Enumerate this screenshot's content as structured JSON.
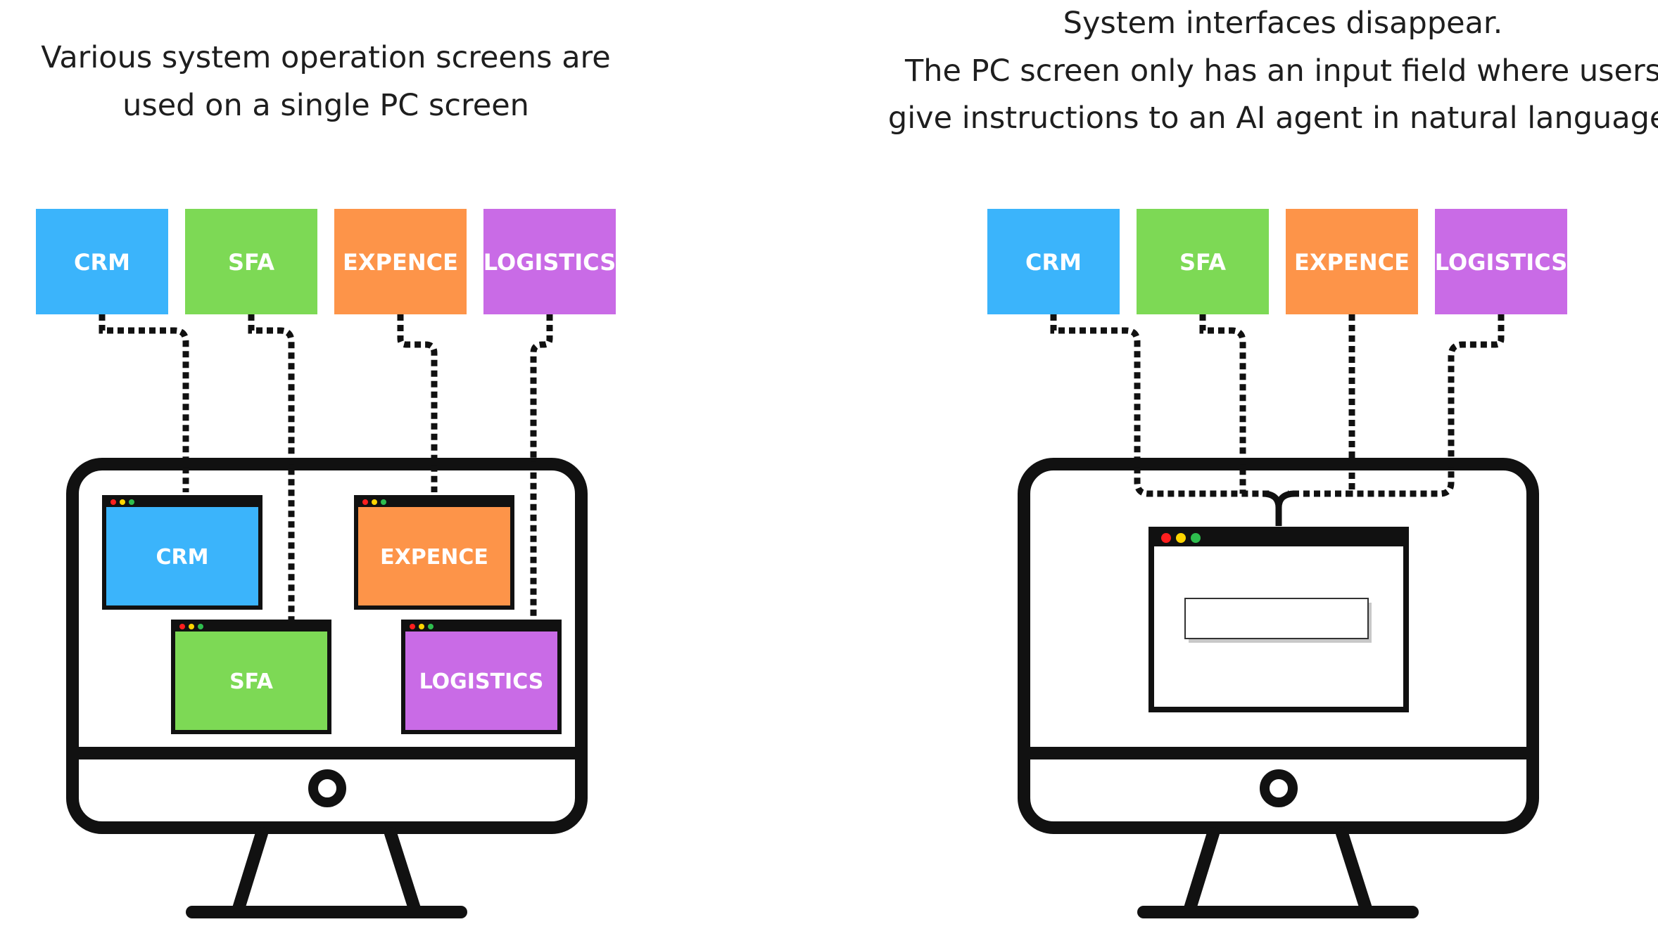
{
  "left_panel": {
    "caption_lines": [
      "Various system operation screens are",
      "used on a single PC screen"
    ]
  },
  "right_panel": {
    "caption_lines": [
      "System interfaces disappear.",
      "The PC screen only has an input field where users",
      "give instructions to an AI agent in natural language."
    ]
  },
  "systems": [
    {
      "label": "CRM",
      "color": "#3bb4fb"
    },
    {
      "label": "SFA",
      "color": "#7dd955"
    },
    {
      "label": "EXPENCE",
      "color": "#fd9449"
    },
    {
      "label": "LOGISTICS",
      "color": "#c96be6"
    }
  ],
  "window_dots": [
    "#ff1f1f",
    "#ffd500",
    "#2ebd4e"
  ],
  "icons": [
    "desktop-monitor-icon",
    "app-window-icon",
    "text-input-field-icon"
  ]
}
